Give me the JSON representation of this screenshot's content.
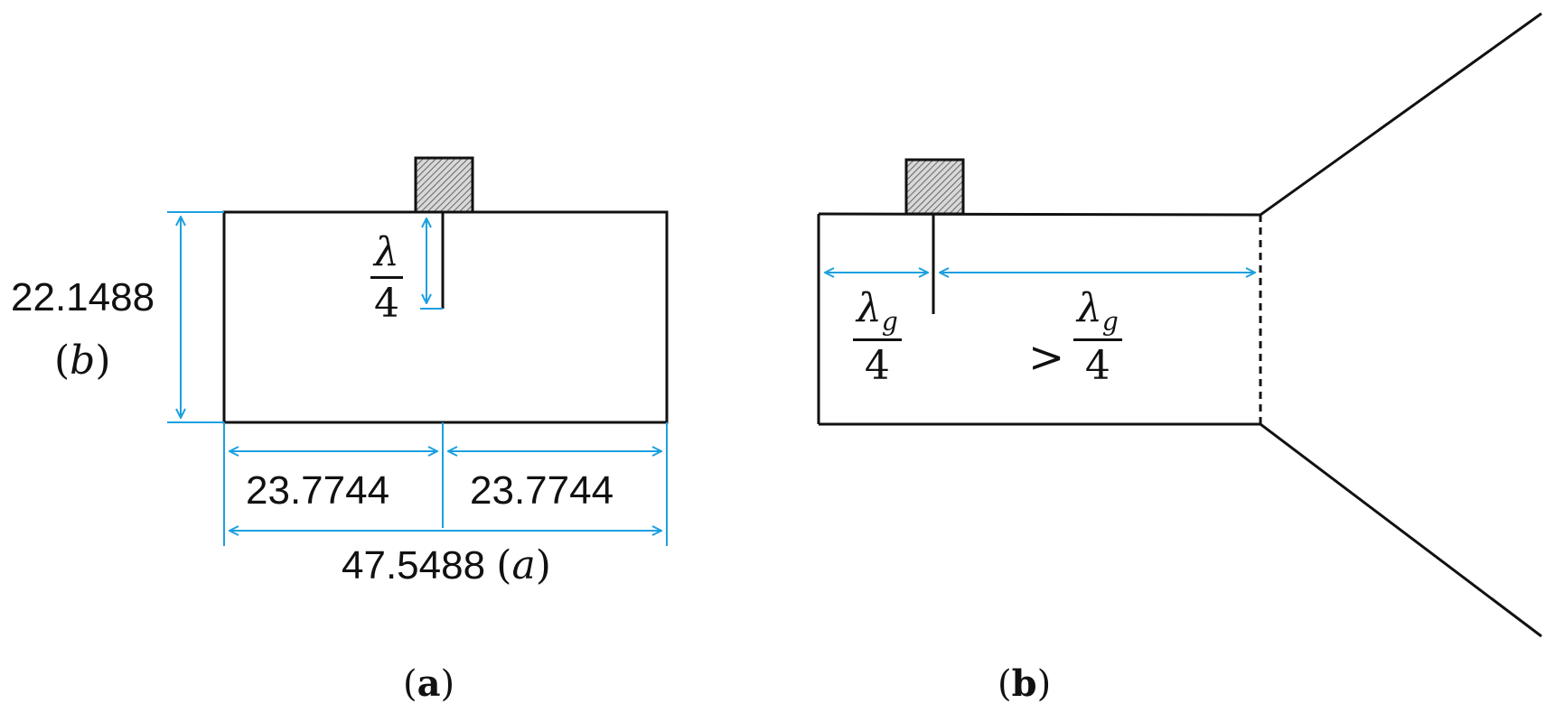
{
  "colors": {
    "dimension": "#1ba0e0",
    "outline": "#111111",
    "hatch": "#666666"
  },
  "panel_a": {
    "height_value": "22.1488",
    "height_symbol": "b",
    "half_width_left": "23.7744",
    "half_width_right": "23.7744",
    "full_width_value": "47.5488",
    "full_width_symbol": "a",
    "probe_fraction": {
      "numerator": "λ",
      "denominator": "4"
    },
    "label": "a"
  },
  "panel_b": {
    "probe_fraction": {
      "numerator": "λ",
      "subscript": "g",
      "denominator": "4"
    },
    "gt_symbol": ">",
    "gt_fraction": {
      "numerator": "λ",
      "subscript": "g",
      "denominator": "4"
    },
    "label": "b"
  }
}
